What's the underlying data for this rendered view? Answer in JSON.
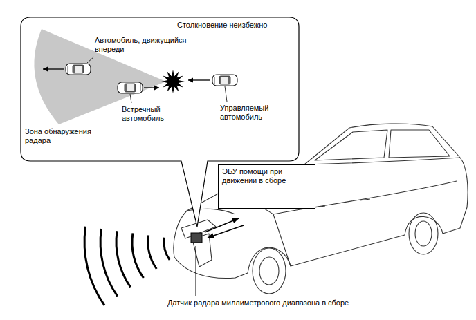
{
  "diagram": {
    "nodes": [
      {
        "text": [
          "Столкновение неизбежно"
        ]
      },
      {
        "text": [
          "ЭБУ помощи при движении в сборе"
        ]
      }
    ],
    "labels": [
      "Автомобиль, движущийся впереди",
      "Встречный автомобиль",
      "Управляемый автомобиль",
      "Зона обнаружения радара",
      "Датчик радара миллиметрового диапазона в сборе"
    ]
  }
}
